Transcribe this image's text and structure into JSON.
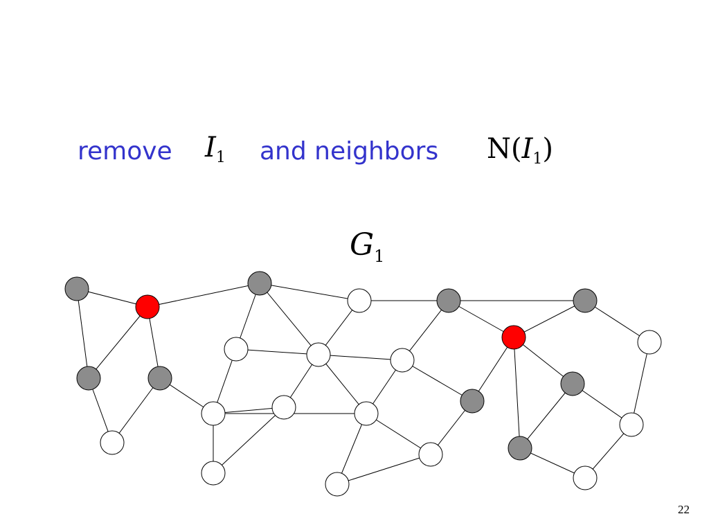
{
  "heading": {
    "remove_text": "remove",
    "set_symbol": "I",
    "set_subscript": "1",
    "and_neighbors_text": "and neighbors",
    "neighbors_func": "N(",
    "neighbors_symbol": "I",
    "neighbors_subscript": "1",
    "neighbors_close": ")"
  },
  "graph_label": {
    "symbol": "G",
    "subscript": "1"
  },
  "page_number": "22",
  "colors": {
    "text_blue": "#3333cc",
    "red_node": "#ff0000",
    "gray_node": "#8c8c8c",
    "white_node": "#ffffff",
    "edge": "#000000"
  }
}
